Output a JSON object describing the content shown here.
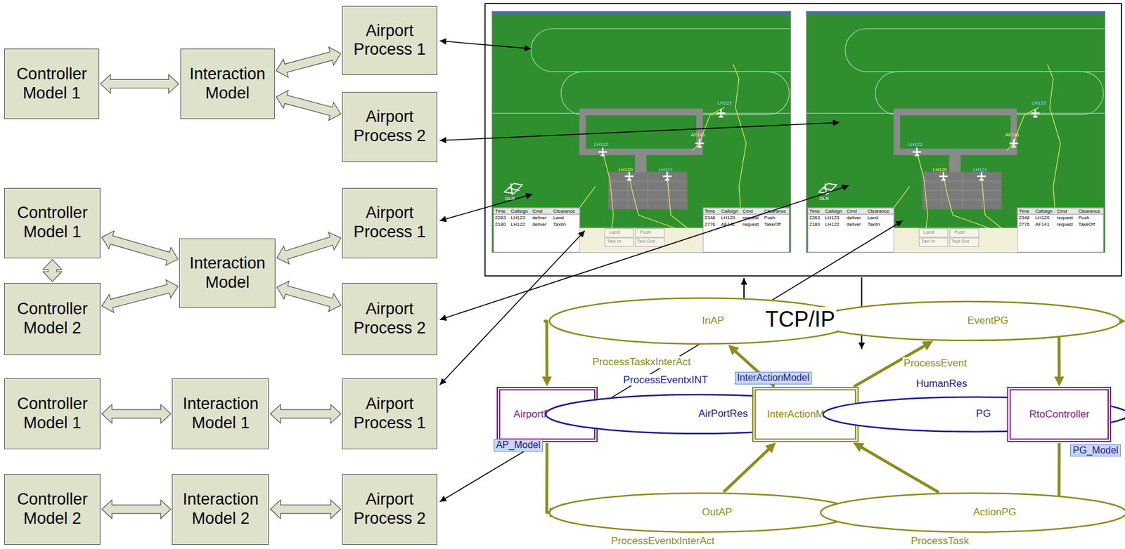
{
  "diagram": {
    "nodes": [
      {
        "text": [
          "Controller Model 1"
        ]
      },
      {
        "text": [
          "Interaction Model"
        ]
      },
      {
        "text": [
          "Airport Process 1"
        ]
      },
      {
        "text": [
          "Airport Process 2"
        ]
      },
      {
        "text": [
          "Controller Model 1"
        ]
      },
      {
        "text": [
          "Controller Model 2"
        ]
      },
      {
        "text": [
          "Interaction Model"
        ]
      },
      {
        "text": [
          "Airport Process 1"
        ]
      },
      {
        "text": [
          "Airport Process 2"
        ]
      },
      {
        "text": [
          "Controller Model 1"
        ]
      },
      {
        "text": [
          "Interaction Model 1"
        ]
      },
      {
        "text": [
          "Airport Process 1"
        ]
      },
      {
        "text": [
          "Controller Model 2"
        ]
      },
      {
        "text": [
          "Interaction Model 2"
        ]
      },
      {
        "text": [
          "Airport Process 2"
        ]
      },
      {
        "text": [
          "InAP"
        ]
      },
      {
        "text": [
          "EventPG"
        ]
      },
      {
        "text": [
          "AirportProcess"
        ]
      },
      {
        "text": [
          "AirPortRes"
        ]
      },
      {
        "text": [
          "InterActionModel"
        ]
      },
      {
        "text": [
          "PG"
        ]
      },
      {
        "text": [
          "RtoController"
        ]
      },
      {
        "text": [
          "OutAP"
        ]
      },
      {
        "text": [
          "ActionPG"
        ]
      }
    ],
    "edges": [
      {
        "from": 0,
        "to": 1,
        "arrow": "both"
      },
      {
        "from": 1,
        "to": 2,
        "arrow": "both"
      },
      {
        "from": 1,
        "to": 3,
        "arrow": "both"
      },
      {
        "from": 4,
        "to": 5,
        "arrow": "both"
      },
      {
        "from": 4,
        "to": 6,
        "arrow": "both"
      },
      {
        "from": 5,
        "to": 6,
        "arrow": "both"
      },
      {
        "from": 6,
        "to": 7,
        "arrow": "both"
      },
      {
        "from": 6,
        "to": 8,
        "arrow": "both"
      },
      {
        "from": 9,
        "to": 10,
        "arrow": "both"
      },
      {
        "from": 10,
        "to": 11,
        "arrow": "both"
      },
      {
        "from": 12,
        "to": 13,
        "arrow": "both"
      },
      {
        "from": 13,
        "to": 14,
        "arrow": "both"
      },
      {
        "from": 15,
        "to": 17,
        "arrow": "to"
      },
      {
        "from": 19,
        "to": 15,
        "arrow": "to"
      },
      {
        "from": 17,
        "to": 18,
        "arrow": "both"
      },
      {
        "from": 18,
        "to": 19,
        "arrow": "both"
      },
      {
        "from": 17,
        "to": 22,
        "arrow": "to"
      },
      {
        "from": 22,
        "to": 19,
        "arrow": "to"
      },
      {
        "from": 19,
        "to": 16,
        "arrow": "to"
      },
      {
        "from": 16,
        "to": 21,
        "arrow": "both"
      },
      {
        "from": 19,
        "to": 20,
        "arrow": "both"
      },
      {
        "from": 20,
        "to": 21,
        "arrow": "both"
      },
      {
        "from": 21,
        "to": 23,
        "arrow": "to"
      },
      {
        "from": 23,
        "to": 19,
        "arrow": "to"
      }
    ],
    "labels": [
      "TCP/IP",
      "ProcessTaskxInterAct",
      "ProcessEventxINT",
      "InterActionModel",
      "ProcessEvent",
      "HumanRes",
      "AP_Model",
      "PG_Model",
      "ProcessEventxInterAct",
      "ProcessTask",
      "LH123",
      "AF141",
      "LH122",
      "LH120",
      "LH121",
      "DLR",
      "Time",
      "Callsign",
      "Cmd",
      "Clearance",
      "2263",
      "LH123",
      "deliver",
      "Land",
      "2180",
      "LH122",
      "deliver",
      "TaxiIn",
      "Time",
      "Callsign",
      "Cmd",
      "Clearance",
      "2348",
      "LH120",
      "request",
      "Push",
      "2776",
      "AF141",
      "request",
      "TakeOff",
      "Land",
      "Push",
      "Taxi In",
      "Taxi Out",
      "LH123",
      "AF141",
      "LH122",
      "LH120",
      "LH121",
      "DLR",
      "Time",
      "Callsign",
      "Cmd",
      "Clearance",
      "2263",
      "LH123",
      "deliver",
      "Land",
      "2180",
      "LH122",
      "deliver",
      "TaxiIn",
      "Time",
      "Callsign",
      "Cmd",
      "Clearance",
      "2348",
      "LH120",
      "request",
      "Push",
      "2776",
      "AF141",
      "request",
      "TakeOff",
      "Land",
      "Push",
      "Taxi In",
      "Taxi Out"
    ]
  }
}
